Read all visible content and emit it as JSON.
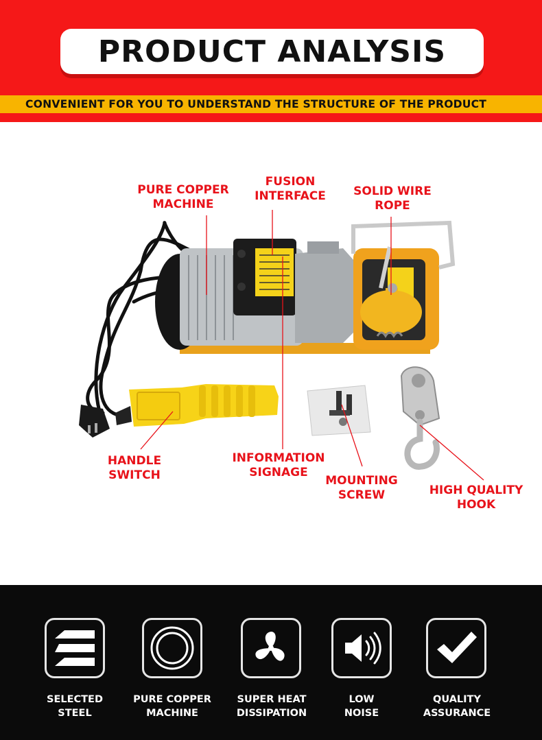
{
  "header": {
    "title": "PRODUCT ANALYSIS",
    "subtitle": "CONVENIENT FOR YOU TO UNDERSTAND THE STRUCTURE OF THE PRODUCT"
  },
  "labels": {
    "pure_copper_machine": [
      "PURE COPPER",
      "MACHINE"
    ],
    "fusion_interface": [
      "FUSION",
      "INTERFACE"
    ],
    "solid_wire_rope": [
      "SOLID WIRE",
      "ROPE"
    ],
    "handle_switch": [
      "HANDLE",
      "SWITCH"
    ],
    "information_signage": [
      "INFORMATION",
      "SIGNAGE"
    ],
    "mounting_screw": [
      "MOUNTING",
      "SCREW"
    ],
    "high_quality_hook": [
      "HIGH QUALITY",
      "HOOK"
    ]
  },
  "features": [
    {
      "icon": "layers-icon",
      "line1": "SELECTED",
      "line2": "STEEL"
    },
    {
      "icon": "coil-icon",
      "line1": "PURE COPPER",
      "line2": "MACHINE"
    },
    {
      "icon": "fan-icon",
      "line1": "SUPER HEAT",
      "line2": "DISSIPATION"
    },
    {
      "icon": "speaker-icon",
      "line1": "LOW",
      "line2": "NOISE"
    },
    {
      "icon": "checkmark-icon",
      "line1": "QUALITY",
      "line2": "ASSURANCE"
    }
  ],
  "colors": {
    "header_red": "#f51818",
    "subtitle_yellow": "#f8b400",
    "label_red": "#e8121a",
    "footer_black": "#0b0b0b"
  }
}
